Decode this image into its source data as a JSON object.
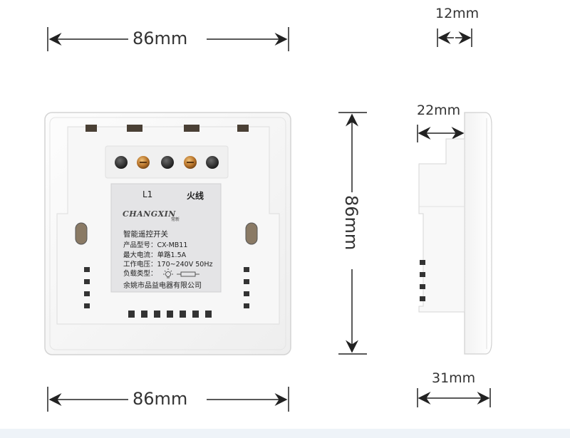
{
  "dimensions": {
    "top_width": "86mm",
    "bottom_width": "86mm",
    "height": "86mm",
    "side_top": "12mm",
    "side_mid": "22mm",
    "side_bottom": "31mm"
  },
  "label": {
    "terminal_left": "L1",
    "terminal_right": "火线",
    "brand": "CHANGXIN",
    "brand_cn": "常新",
    "product_name": "智能遥控开关",
    "model": "产品型号：CX-MB11",
    "max_current": "最大电流：单路1.5A",
    "voltage": "工作电压：170~240V  50Hz",
    "load_type": "负载类型：",
    "company": "余姚市品益电器有限公司"
  },
  "colors": {
    "panel": "#ffffff",
    "panel_edge": "#d9d9d9",
    "label_bg": "#e4e4e6",
    "screw_brass": "#b8742a",
    "screw_dark": "#2a2a2a",
    "slot_dark": "#3a3a3a"
  }
}
